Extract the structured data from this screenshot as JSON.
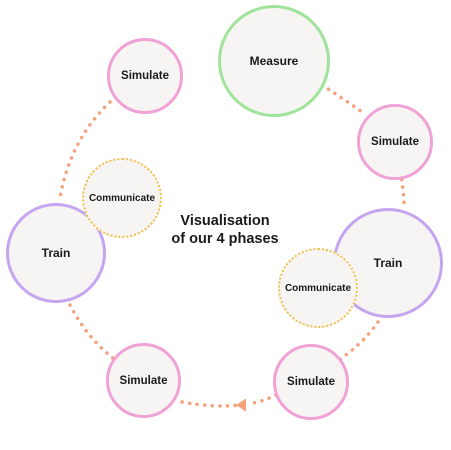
{
  "title": {
    "line1": "Visualisation",
    "line2": "of our 4 phases"
  },
  "colors": {
    "simulate_border": "#f0a2d6",
    "measure_border": "#9fe49a",
    "train_border": "#c6a5f0",
    "communicate_border": "#f2c04a",
    "connector": "#f4a279",
    "node_fill": "#f7f5f3"
  },
  "nodes": {
    "left_top_simulate": "Simulate",
    "left_communicate": "Communicate",
    "left_train": "Train",
    "left_bottom_simulate": "Simulate",
    "measure": "Measure",
    "right_top_simulate": "Simulate",
    "right_train": "Train",
    "right_communicate": "Communicate",
    "right_bottom_simulate": "Simulate"
  },
  "icons": {
    "connector_arrow": "arrow-left-icon"
  }
}
